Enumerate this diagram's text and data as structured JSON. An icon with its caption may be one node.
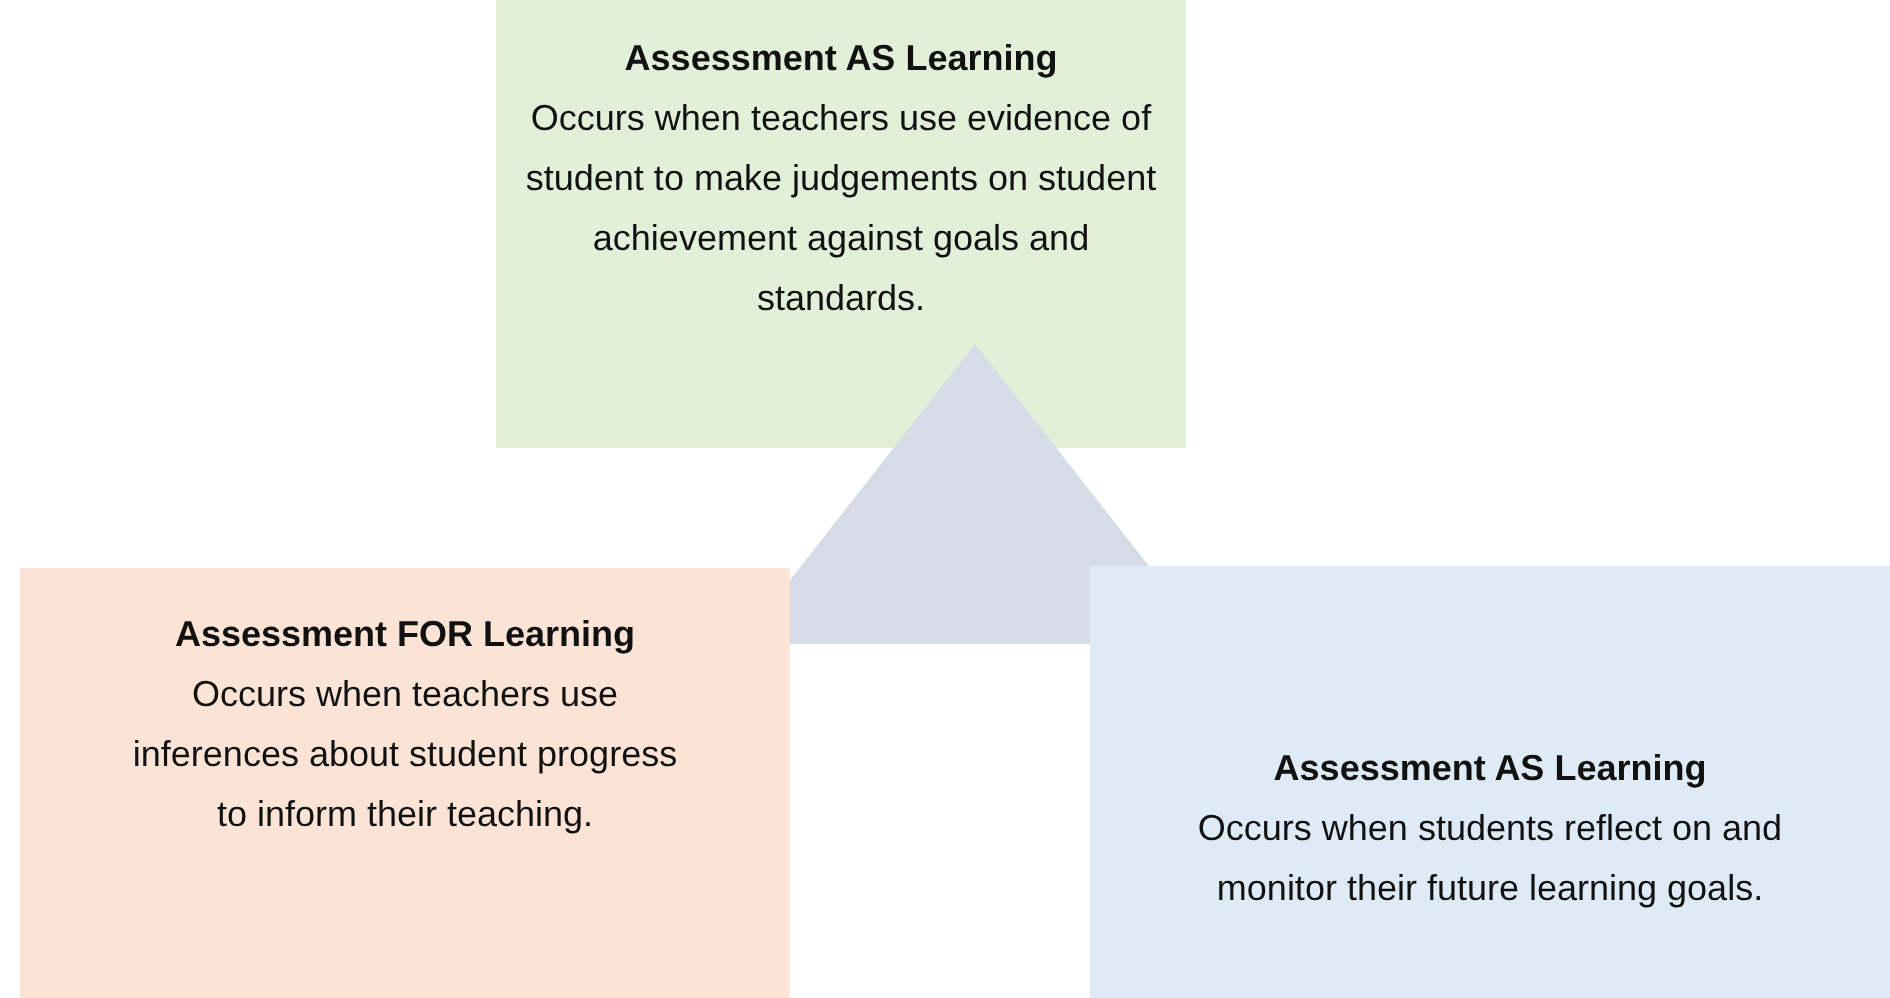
{
  "diagram": {
    "nodes": [
      {
        "text": [
          "Assessment AS Learning",
          "Occurs when teachers use evidence of student to make judgements on student achievement against goals and standards."
        ]
      },
      {
        "text": [],
        "shape": "triangle"
      },
      {
        "text": [
          "Assessment FOR Learning",
          "Occurs when teachers use inferences about student progress to inform their teaching."
        ]
      },
      {
        "text": [
          "Assessment AS Learning",
          "Occurs when students reflect on and monitor their future learning goals."
        ]
      }
    ]
  }
}
